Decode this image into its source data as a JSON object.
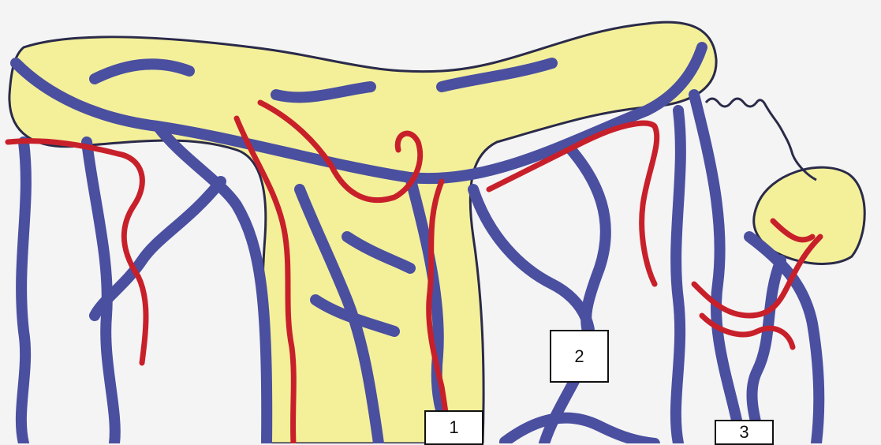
{
  "labels": {
    "one": "1",
    "two": "2",
    "three": "3"
  },
  "colors": {
    "tissue": "#f4f09a",
    "vein": "#4a4fa0",
    "artery": "#c8202a",
    "outline": "#2a2a4a",
    "background": "#f4f4f4"
  }
}
